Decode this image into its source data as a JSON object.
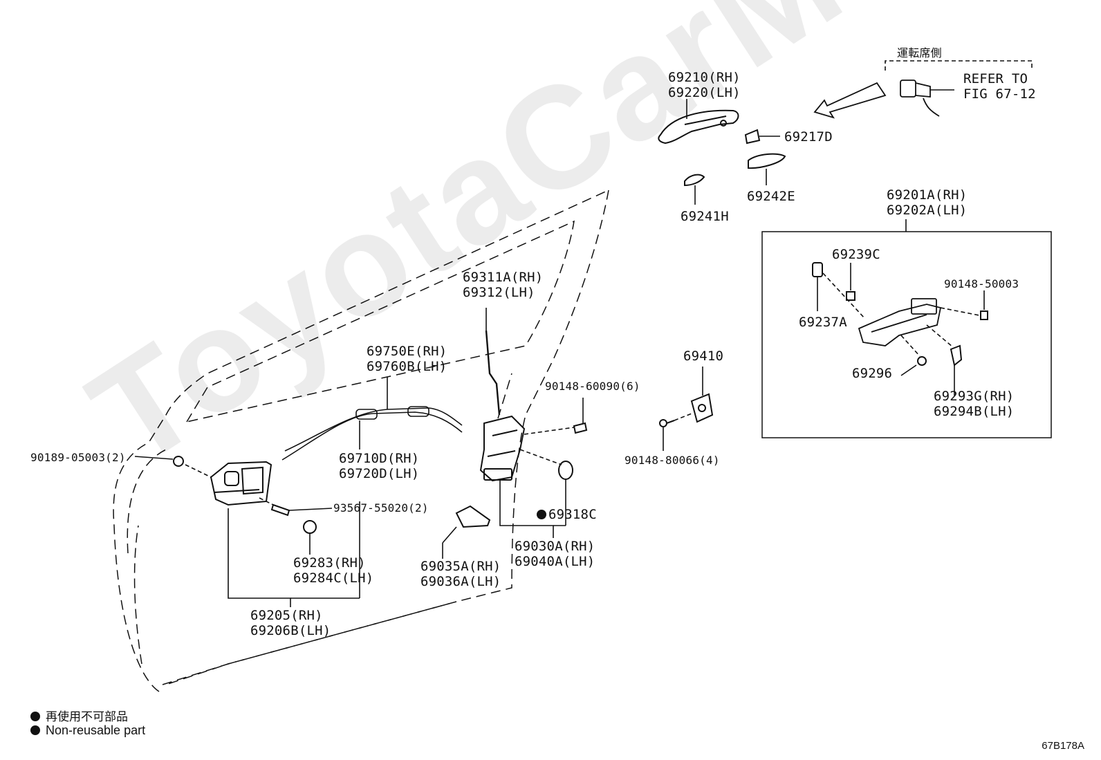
{
  "watermark": "ToyotaCarMine.ru",
  "labels": {
    "driver_side": "運転席側",
    "refer_to": "REFER TO",
    "refer_fig": "FIG 67-12",
    "p69210": [
      "69210(RH)",
      "69220(LH)"
    ],
    "p69217D": "69217D",
    "p69242E": "69242E",
    "p69241H": "69241H",
    "p69201A": [
      "69201A(RH)",
      "69202A(LH)"
    ],
    "p69239C": "69239C",
    "p90148_50003": "90148-50003",
    "p69237A": "69237A",
    "p69296": "69296",
    "p69293G": [
      "69293G(RH)",
      "69294B(LH)"
    ],
    "p69410": "69410",
    "p90148_80066": "90148-80066(4)",
    "p69311A": [
      "69311A(RH)",
      "69312(LH)"
    ],
    "p69750E": [
      "69750E(RH)",
      "69760B(LH)"
    ],
    "p90148_60090": "90148-60090(6)",
    "p90189_05003": "90189-05003(2)",
    "p69710D": [
      "69710D(RH)",
      "69720D(LH)"
    ],
    "p93567_55020": "93567-55020(2)",
    "p69318C": "69318C",
    "p69283": [
      "69283(RH)",
      "69284C(LH)"
    ],
    "p69035A": [
      "69035A(RH)",
      "69036A(LH)"
    ],
    "p69030A": [
      "69030A(RH)",
      "69040A(LH)"
    ],
    "p69205": [
      "69205(RH)",
      "69206B(LH)"
    ]
  },
  "legend": {
    "jp": "再使用不可部品",
    "en": "Non-reusable part"
  },
  "figure_code": "67B178A"
}
